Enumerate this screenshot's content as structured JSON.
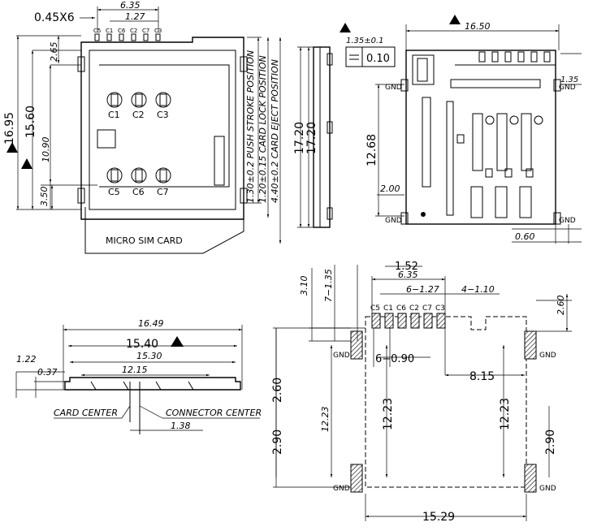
{
  "top_left_view": {
    "dims": {
      "d_6_35": "6.35",
      "d_1_27": "1.27",
      "d_045x6": "0.45X6",
      "d_2_65": "2.65",
      "d_16_95": "16.95",
      "d_15_60": "15.60",
      "d_10_90": "10.90",
      "d_3_50": "3.50"
    },
    "pin_labels_top": [
      "C5",
      "C1",
      "C6",
      "C2",
      "C7",
      "C3"
    ],
    "contact_labels": [
      "C1",
      "C2",
      "C3",
      "C5",
      "C6",
      "C7"
    ],
    "card_text": "MICRO SIM CARD",
    "positions": [
      "1.30±0.2 PUSH STROKE POSITION",
      "1.20±0.15 CARD LOCK POSITION",
      "4.40±0.2 CARD EJECT POSITION"
    ]
  },
  "side_view": {
    "dims": {
      "a": "17.20",
      "b": "17.20"
    }
  },
  "top_right_view": {
    "dims": {
      "w": "16.50",
      "flatness": "1.35±0.1",
      "flat_val": "0.10",
      "d_1_35": "1.35",
      "h": "12.68",
      "d_2_00": "2.00",
      "d_0_60": "0.60"
    },
    "gnd": "GND"
  },
  "bottom_left_view": {
    "dims": {
      "d_16_49": "16.49",
      "d_15_40": "15.40",
      "d_15_30": "15.30",
      "d_12_15": "12.15",
      "d_1_22": "1.22",
      "d_0_37": "0.37",
      "d_1_38": "1.38"
    },
    "card_center": "CARD CENTER",
    "connector_center": "CONNECTOR CENTER"
  },
  "footprint_view": {
    "dims": {
      "d_1_52": "1.52",
      "d_6_35": "6.35",
      "d_6x127": "6−1.27",
      "d_4x110": "4−1.10",
      "d_7x135": "7−1.35",
      "d_3_10": "3.10",
      "d_2_60_r": "2.60",
      "d_6x090": "6−0.90",
      "d_8_15": "8.15",
      "d_2_60_l": "2.60",
      "d_12_23_a": "12.23",
      "d_12_23_b": "12.23",
      "d_12_23_c": "12.23",
      "d_2_90_l": "2.90",
      "d_2_90_r": "2.90",
      "d_15_29": "15.29"
    },
    "pin_labels": [
      "C5",
      "C1",
      "C6",
      "C2",
      "C7",
      "C3"
    ],
    "gnd": "GND"
  }
}
